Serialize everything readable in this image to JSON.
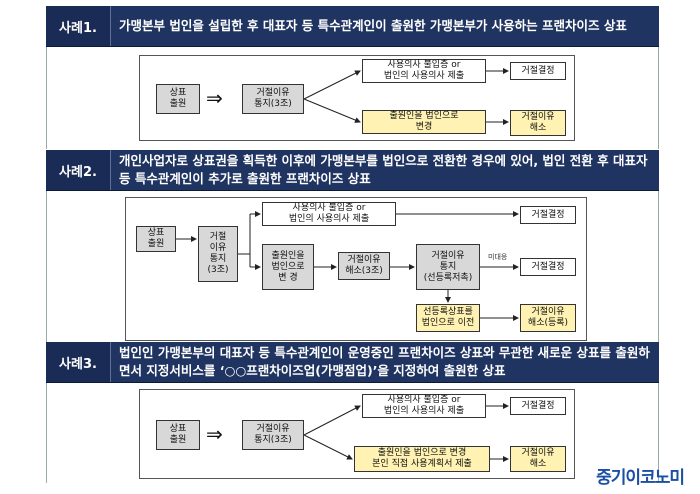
{
  "cases": [
    {
      "label": "사례1.",
      "text": "가맹본부 법인을 설립한 후 대표자 등 특수관계인이 출원한 가맹본부가 사용하는 프랜차이즈 상표",
      "boxes": {
        "mark": "상표\n출원",
        "refusal": "거절이유\n통지(3조)",
        "top": "사용의사 불입증 or\n법인의 사용의사 제출",
        "bottom": "출원인을 법인으로\n변경",
        "r1": "거절결정",
        "r2": "거절이유\n해소"
      },
      "arrow": "⇒"
    },
    {
      "label": "사례2.",
      "text": "개인사업자로 상표권을 획득한 이후에 가맹본부를 법인으로 전환한 경우에 있어, 법인 전환 후 대표자 등 특수관계인이 추가로 출원한 프랜차이즈 상표",
      "boxes": {
        "mark": "상표\n출원",
        "refusal": "거절\n이유\n통지\n(3조)",
        "top": "사용의사 불입증 or\n법인의 사용의사 제출",
        "change": "출원인을\n법인으로\n변   경",
        "resolve": "거절이유\n해소(3조)",
        "refusal2": "거절이유\n통지\n(선등록저촉)",
        "note": "미대응",
        "prior": "선등록상표를\n법인으로 이전",
        "r1": "거절결정",
        "r2": "거절결정",
        "r3": "거절이유\n해소(등록)"
      }
    },
    {
      "label": "사례3.",
      "text": "법인인 가맹본부의 대표자 등 특수관계인이 운영중인 프랜차이즈 상표와 무관한 새로운 상표를 출원하면서 지정서비스를 ‘○○프랜차이즈업(가맹점업)’을 지정하여 출원한 상표",
      "boxes": {
        "mark": "상표\n출원",
        "refusal": "거절이유\n통지(3조)",
        "top": "사용의사 불입증 or\n법인의 사용의사 제출",
        "bottom": "출원인을 법인으로 변경\n본인 직접 사용계획서 제출",
        "r1": "거절결정",
        "r2": "거절이유\n해소"
      },
      "arrow": "⇒"
    }
  ],
  "watermark": "중기이코노미"
}
